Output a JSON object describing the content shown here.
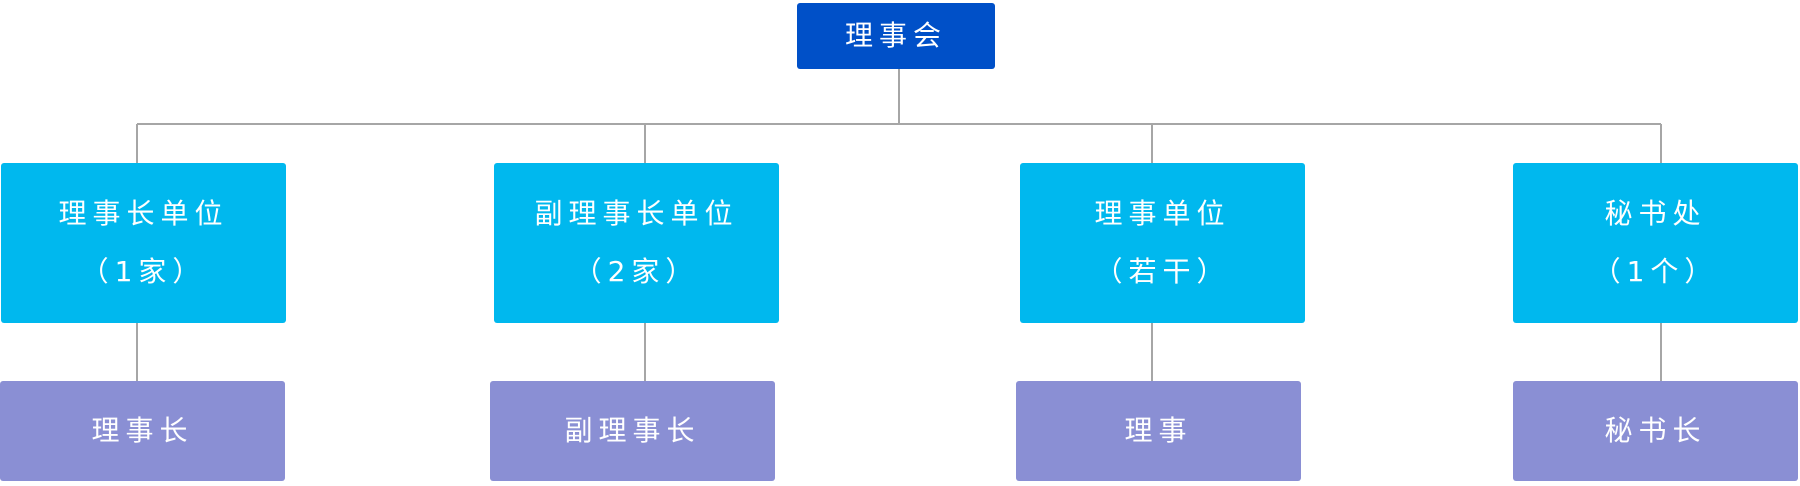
{
  "root": {
    "label": "理事会",
    "color": "#0050c8"
  },
  "units": [
    {
      "name": "理事长单位",
      "count": "（1家）"
    },
    {
      "name": "副理事长单位",
      "count": "（2家）"
    },
    {
      "name": "理事单位",
      "count": "（若干）"
    },
    {
      "name": "秘书处",
      "count": "（1个）"
    }
  ],
  "roles": [
    {
      "label": "理事长"
    },
    {
      "label": "副理事长"
    },
    {
      "label": "理事"
    },
    {
      "label": "秘书长"
    }
  ],
  "colors": {
    "unit": "#00b8ee",
    "role": "#8a8fd4",
    "connector": "#a6a6a6"
  }
}
